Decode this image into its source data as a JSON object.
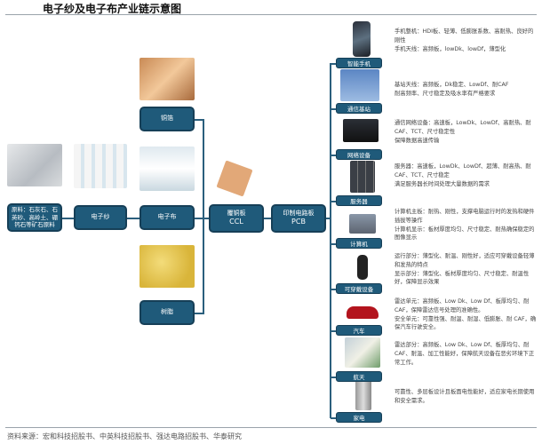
{
  "title": "电子纱及电子布产业链示意图",
  "chain": {
    "raw": "原料：石灰石、石英砂、高岭土、硼钙石等矿石原料",
    "yarn": "电子纱",
    "cloth": "电子布",
    "copper": "铜箔",
    "resin": "树脂",
    "ccl_cn": "覆铜板",
    "ccl_en": "CCL",
    "pcb_cn": "印制电路板",
    "pcb_en": "PCB"
  },
  "apps": [
    {
      "label": "智能手机",
      "desc": [
        "手机整机：HDI板、轻薄、低膨胀系数、高耐热、良好的刚性",
        "手机天线：高频板，lowDk、lowDf，薄型化"
      ]
    },
    {
      "label": "通信基站",
      "desc": [
        "基站天线：高频板，Dk稳定、LowDf、耐CAF",
        "耐高频率、尺寸稳定及吸水率有严格要求"
      ]
    },
    {
      "label": "网络设备",
      "desc": [
        "通信网络设备：高速板，LowDk、LowDf、高耐热、耐CAF、TCT、尺寸稳定性",
        "保障数据高速传输"
      ]
    },
    {
      "label": "服务器",
      "desc": [
        "服务器：高速板，LowDk、LowDf、超薄、耐高热、耐CAF、TCT、尺寸稳定",
        "满足服务器长时间处理大量数据的需求"
      ]
    },
    {
      "label": "计算机",
      "desc": [
        "计算机主板：耐热、刚性，支撑电脑运行时的发热和硬件插拔等操作",
        "计算机显示：板材厚度均匀、尺寸稳定、耐热确保稳定的图像显示"
      ]
    },
    {
      "label": "可穿戴设备",
      "desc": [
        "运行部分：薄型化、耐温、刚性好，适应可穿戴设备轻薄和发热的特点",
        "显示部分：薄型化、板材厚度均匀、尺寸稳定、耐温性好，保障显示效果"
      ]
    },
    {
      "label": "汽车",
      "desc": [
        "雷达单元：高频板、Low Dk、Low Df、板厚均匀、耐CAF，保障雷达信号处理的准确性。",
        "安全单元：可靠性强、耐温、耐湿、低膨胀、耐 CAF，确保汽车行驶安全。"
      ]
    },
    {
      "label": "航天",
      "desc": [
        "雷达部分：高频板、Low Dk、Low Df、板厚均匀、耐 CAF、耐温、加工性能好，保障航天设备在恶劣环境下正常工作。"
      ]
    },
    {
      "label": "家电",
      "desc": [
        "可靠性、多层板设计且板面电性能好，适应家电长期使用和安全需求。"
      ]
    }
  ],
  "source": "资料来源：宏和科技招股书、中英科技招股书、强达电路招股书、华泰研究"
}
